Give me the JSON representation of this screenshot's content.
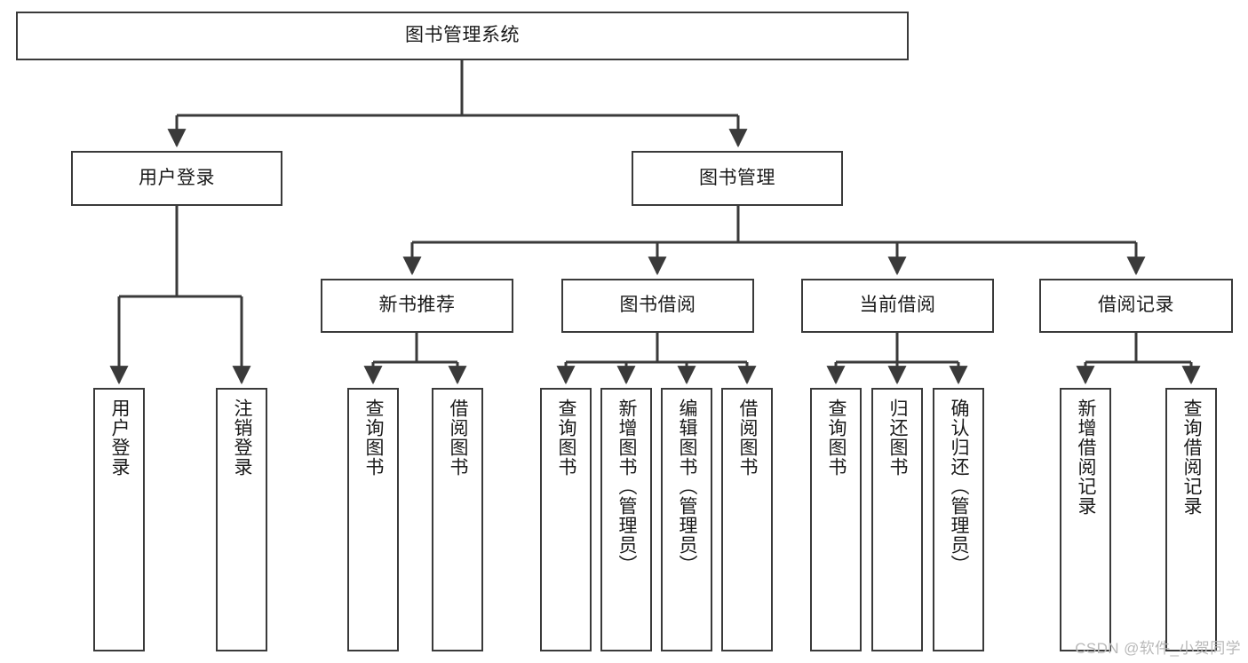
{
  "diagram": {
    "title": "图书管理系统",
    "type": "tree-hierarchy-chart",
    "colors": {
      "box_border": "#3a3a3a",
      "box_fill": "#ffffff",
      "connector": "#3a3a3a",
      "text": "#1a1a1a",
      "watermark": "#b9b9b9"
    },
    "root": {
      "label": "图书管理系统"
    },
    "level2": [
      {
        "label": "用户登录"
      },
      {
        "label": "图书管理"
      }
    ],
    "level3": [
      {
        "label": "新书推荐"
      },
      {
        "label": "图书借阅"
      },
      {
        "label": "当前借阅"
      },
      {
        "label": "借阅记录"
      }
    ],
    "leaves": {
      "user_login": [
        {
          "label": "用户登录"
        },
        {
          "label": "注销登录"
        }
      ],
      "new_book_recommend": [
        {
          "label": "查询图书"
        },
        {
          "label": "借阅图书"
        }
      ],
      "book_borrow": [
        {
          "label": "查询图书"
        },
        {
          "label": "新增图书（管理员）"
        },
        {
          "label": "编辑图书（管理员）"
        },
        {
          "label": "借阅图书"
        }
      ],
      "current_borrow": [
        {
          "label": "查询图书"
        },
        {
          "label": "归还图书"
        },
        {
          "label": "确认归还（管理员）"
        }
      ],
      "borrow_record": [
        {
          "label": "新增借阅记录"
        },
        {
          "label": "查询借阅记录"
        }
      ]
    },
    "watermark": "CSDN @软件_小贺同学"
  }
}
